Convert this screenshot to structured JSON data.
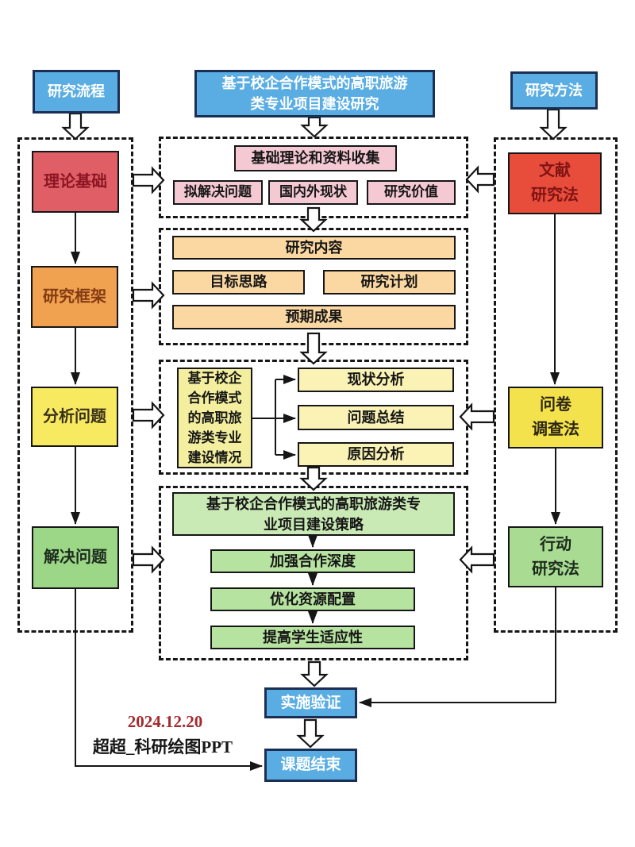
{
  "header": {
    "process_label": "研究流程",
    "title": "基于校企合作模式的高职旅游\n类专业项目建设研究",
    "methods_label": "研究方法"
  },
  "process_column": {
    "steps": [
      "理论基础",
      "研究框架",
      "分析问题",
      "解决问题"
    ]
  },
  "methods_column": {
    "steps": [
      "文献\n研究法",
      "问卷\n调查法",
      "行动\n研究法"
    ]
  },
  "stage1": {
    "main": "基础理论和资料收集",
    "items": [
      "拟解决问题",
      "国内外现状",
      "研究价值"
    ]
  },
  "stage2": {
    "main": "研究内容",
    "items": [
      "目标思路",
      "研究计划"
    ],
    "footer": "预期成果"
  },
  "stage3": {
    "source": "基于校企\n合作模式\n的高职旅\n游类专业\n建设情况",
    "items": [
      "现状分析",
      "问题总结",
      "原因分析"
    ]
  },
  "stage4": {
    "main": "基于校企合作模式的高职旅游类专\n业项目建设策略",
    "items": [
      "加强合作深度",
      "优化资源配置",
      "提高学生适应性"
    ]
  },
  "finish": {
    "verify": "实施验证",
    "end": "课题结束"
  },
  "footer": {
    "date": "2024.12.20",
    "credit": "超超_科研绘图PPT"
  },
  "colors": {
    "header_blue": "#5aade3",
    "theory_red": "#e05f66",
    "literature_red": "#e84d3c",
    "framework_orange": "#f0a251",
    "analyze_yellow": "#f7e960",
    "questionnaire_yellow": "#f4e24c",
    "solve_green": "#9bd787",
    "action_green": "#a9dc92",
    "stage1_pink": "#f5c9d4",
    "stage2_orange": "#fbd7a1",
    "stage3_yellow": "#faf3b5",
    "stage4_green": "#b6e3a0",
    "date_red": "#a32a2e",
    "line_black": "#161616"
  }
}
